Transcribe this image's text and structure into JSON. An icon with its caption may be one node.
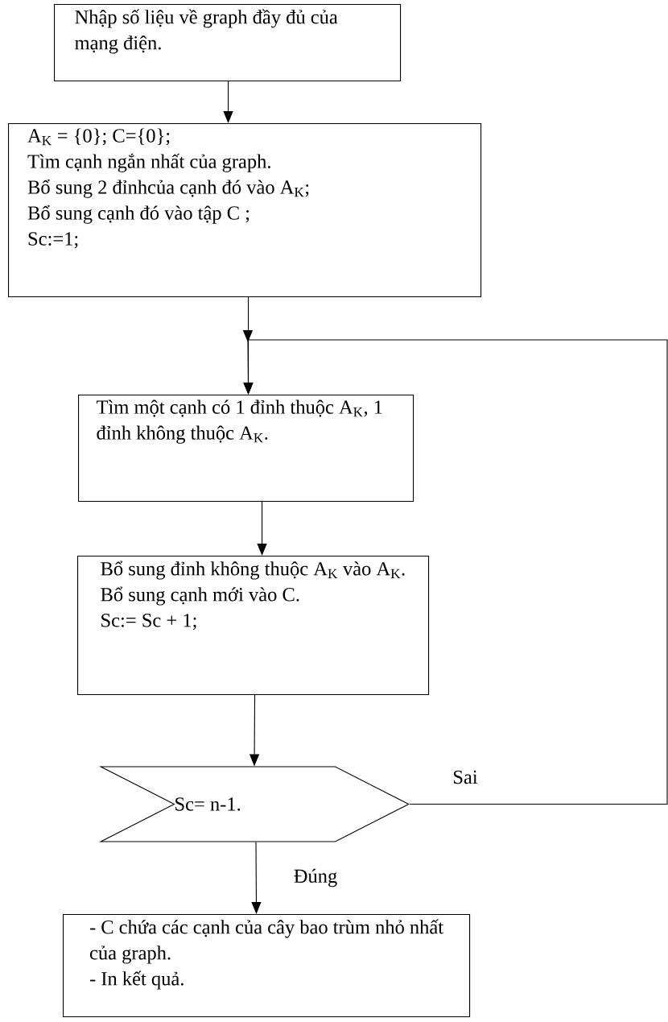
{
  "diagram": {
    "nodes": [
      {
        "text": [
          "Nhập số liệu về graph đầy đủ của mạng điện."
        ]
      },
      {
        "text": [
          "A$_{K}$ = {0}; C={0};",
          "Tìm cạnh ngắn nhất của graph.",
          "Bổ sung 2 đỉnhcủa cạnh đó vào A$_{K}$;",
          "Bổ sung cạnh đó vào tập C ;",
          "Sc:=1;"
        ]
      },
      {
        "text": [
          "Tìm một cạnh có 1 đỉnh thuộc A$_{K}$, 1 đỉnh không thuộc A$_{K}$."
        ]
      },
      {
        "text": [
          "Bổ sung đỉnh không thuộc A$_{K}$ vào A$_{K}$.",
          "Bổ sung cạnh mới vào C.",
          "Sc:= Sc + 1;"
        ]
      },
      {
        "text": [
          "Sc= n-1."
        ]
      },
      {
        "text": [
          "- C chứa các cạnh của cây bao trùm nhỏ nhất của graph.",
          "- In kết quả."
        ]
      }
    ],
    "edges": [
      {
        "from": 0,
        "to": 1,
        "arrow": "to"
      },
      {
        "from": 1,
        "to": 2,
        "arrow": "to"
      },
      {
        "from": 2,
        "to": 3,
        "arrow": "to"
      },
      {
        "from": 3,
        "to": 4,
        "arrow": "to"
      },
      {
        "from": 4,
        "to": 2,
        "arrow": "to",
        "label": "Sai"
      },
      {
        "from": 4,
        "to": 5,
        "arrow": "to",
        "label": "Đúng"
      }
    ]
  }
}
